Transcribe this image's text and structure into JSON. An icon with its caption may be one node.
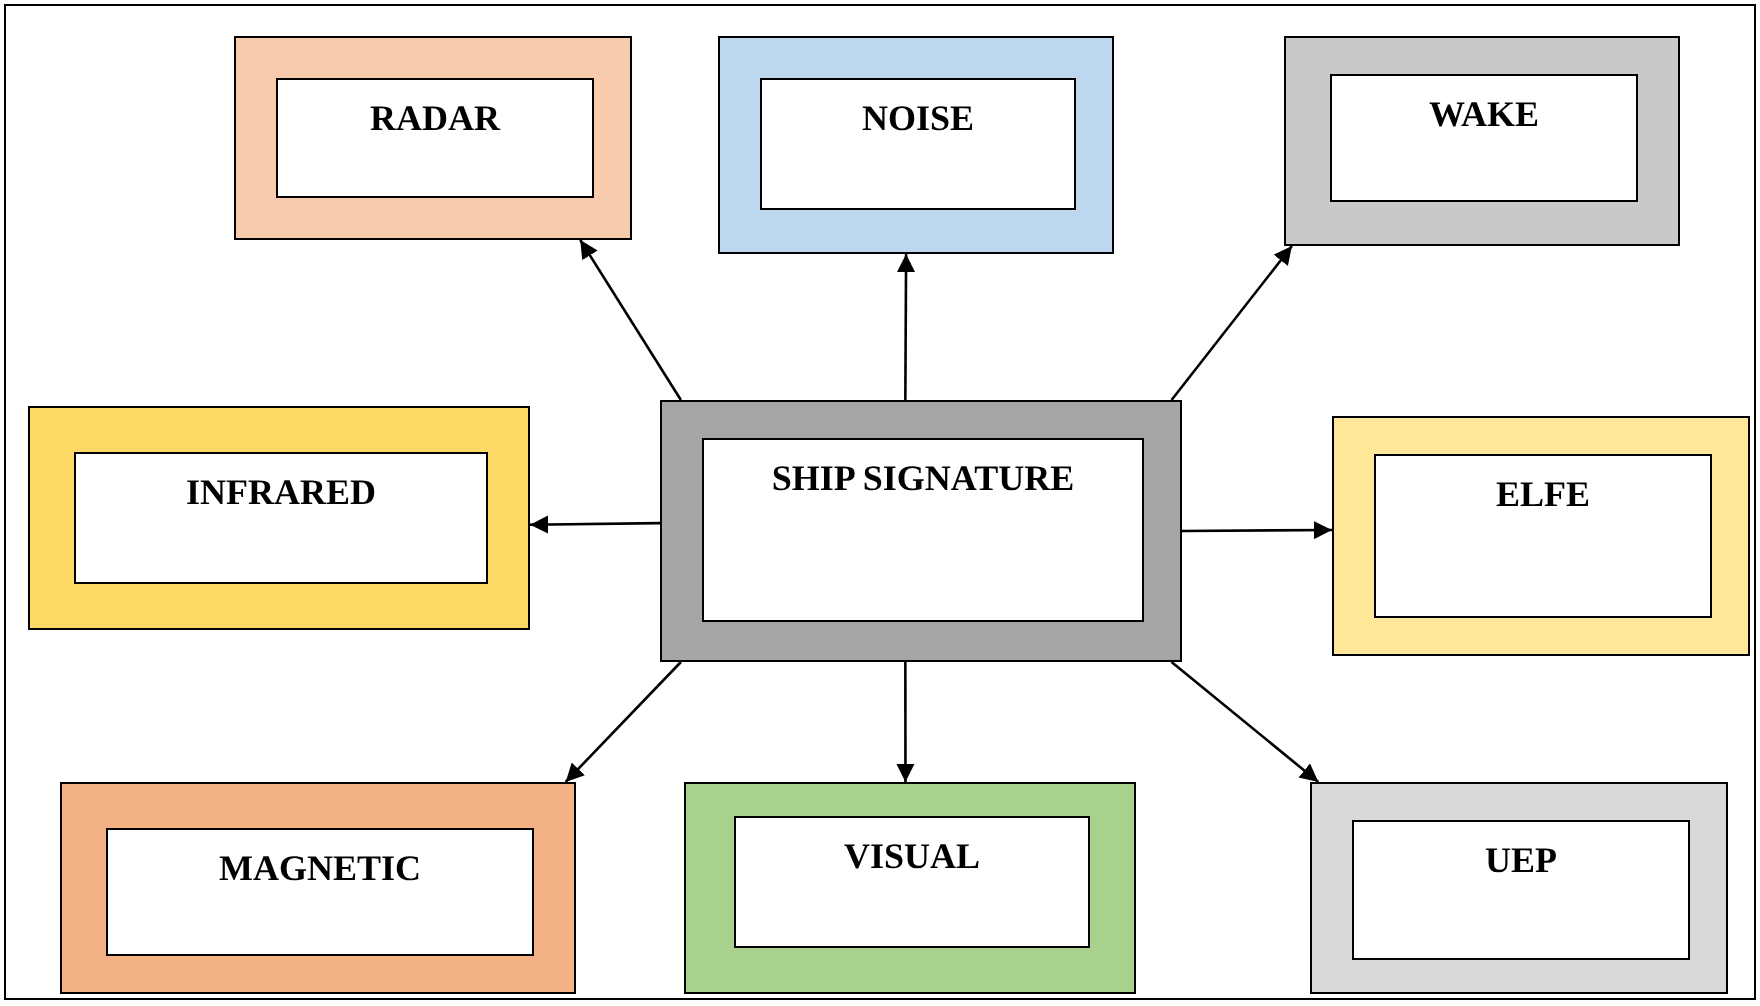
{
  "diagram": {
    "nodes": [
      {
        "text": [
          "RADAR"
        ]
      },
      {
        "text": [
          "NOISE"
        ]
      },
      {
        "text": [
          "WAKE"
        ]
      },
      {
        "text": [
          "INFRARED"
        ]
      },
      {
        "text": [
          "SHIP SIGNATURE"
        ]
      },
      {
        "text": [
          "ELFE"
        ]
      },
      {
        "text": [
          "MAGNETIC"
        ]
      },
      {
        "text": [
          "VISUAL"
        ]
      },
      {
        "text": [
          "UEP"
        ]
      }
    ],
    "edges": [
      {
        "from": 4,
        "to": 0,
        "arrow": "to"
      },
      {
        "from": 4,
        "to": 1,
        "arrow": "to"
      },
      {
        "from": 4,
        "to": 2,
        "arrow": "to"
      },
      {
        "from": 4,
        "to": 3,
        "arrow": "to"
      },
      {
        "from": 4,
        "to": 5,
        "arrow": "to"
      },
      {
        "from": 4,
        "to": 6,
        "arrow": "to"
      },
      {
        "from": 4,
        "to": 7,
        "arrow": "to"
      },
      {
        "from": 4,
        "to": 8,
        "arrow": "to"
      }
    ]
  }
}
